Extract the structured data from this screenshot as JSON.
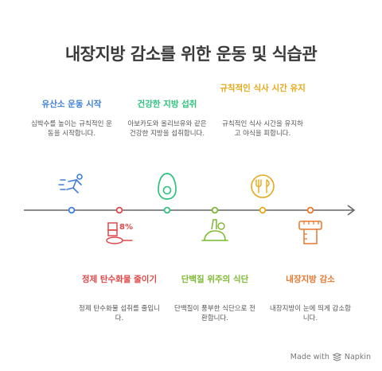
{
  "title": "내장지방 감소를 위한 운동 및 식습관",
  "steps": [
    {
      "title": "유산소 운동 시작",
      "desc": "심박수를 높이는 규칙적인 운동을 시작합니다.",
      "color": "#3d7fd6",
      "icon": "running-person-icon",
      "side": "top"
    },
    {
      "title": "정제 탄수화물 줄이기",
      "desc": "정제 탄수화물 섭취를 줄입니다.",
      "color": "#e04848",
      "icon": "reduce-carbs-icon",
      "side": "bottom"
    },
    {
      "title": "건강한 지방 섭취",
      "desc": "아보카도와 올리브유와 같은 건강한 지방을 섭취합니다.",
      "color": "#2ec27e",
      "icon": "avocado-icon",
      "side": "top"
    },
    {
      "title": "단백질 위주의 식단",
      "desc": "단백질이 풍부한 식단으로 전환합니다.",
      "color": "#7cb82f",
      "icon": "protein-food-icon",
      "side": "bottom"
    },
    {
      "title": "규칙적인 식사 시간 유지",
      "desc": "규칙적인 식사 시간을 유지하고 야식을 피합니다.",
      "color": "#e6a817",
      "icon": "meal-time-icon",
      "side": "top"
    },
    {
      "title": "내장지방 감소",
      "desc": "내장지방이 눈에 띄게 감소합니다.",
      "color": "#e8772e",
      "icon": "measuring-tape-icon",
      "side": "bottom"
    }
  ],
  "footer": {
    "prefix": "Made with",
    "brand": "Napkin"
  }
}
